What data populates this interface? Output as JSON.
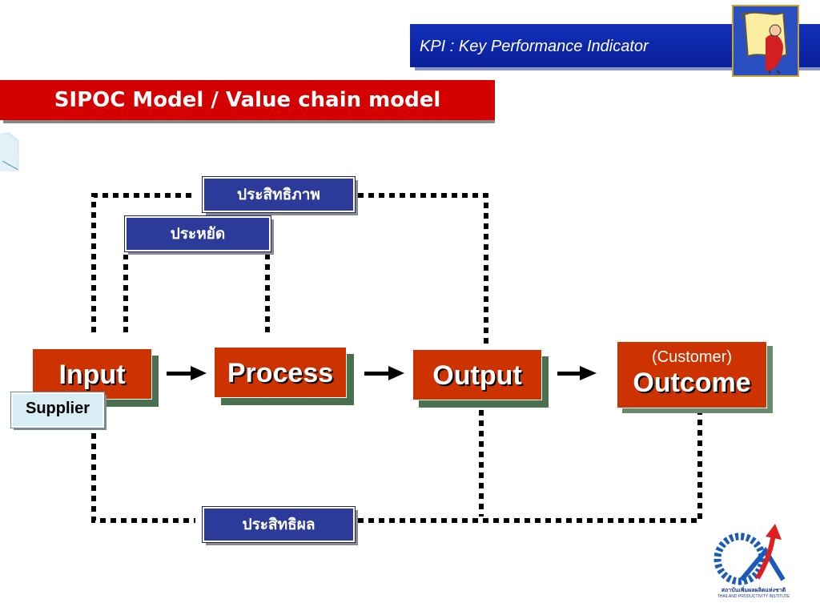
{
  "header": {
    "banner_title": "KPI : Key Performance Indicator",
    "slide_title": "SIPOC Model / Value chain model"
  },
  "labels": {
    "efficiency": "ประสิทธิภาพ",
    "economy": "ประหยัด",
    "effectiveness": "ประสิทธิผล",
    "supplier": "Supplier"
  },
  "flow": {
    "input": "Input",
    "process": "Process",
    "output": "Output",
    "customer": "(Customer)",
    "outcome": "Outcome"
  },
  "logo": {
    "name_th": "สถาบันเพิ่มผลผลิตแห่งชาติ",
    "name_en": "THAILAND PRODUCTIVITY INSTITUTE"
  },
  "colors": {
    "banner": "#0a1f9a",
    "title_bar": "#d40000",
    "box_red": "#cc3300",
    "label_blue": "#2c3a9a",
    "box_shadow": "#4a7050"
  }
}
